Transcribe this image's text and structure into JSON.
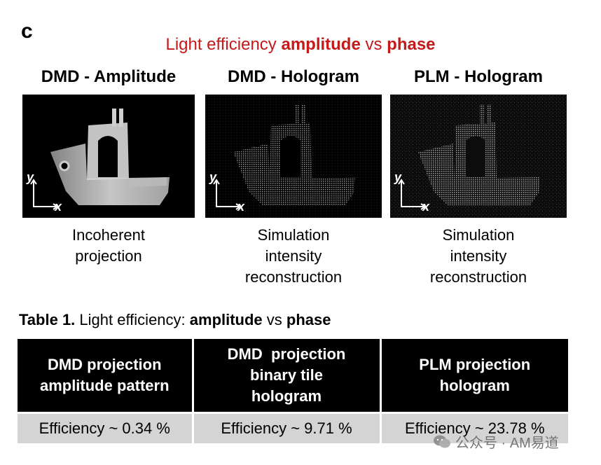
{
  "panel_letter": "c",
  "figure_title": {
    "prefix": "Light efficiency ",
    "bold1": "amplitude",
    "middle": " vs ",
    "bold2": "phase"
  },
  "columns": [
    {
      "title": "DMD - Amplitude",
      "caption_lines": [
        "Incoherent",
        "projection"
      ],
      "axis_y": "y",
      "axis_x": "x"
    },
    {
      "title": "DMD - Hologram",
      "caption_lines": [
        "Simulation",
        "intensity",
        "reconstruction"
      ],
      "axis_y": "y",
      "axis_x": "x"
    },
    {
      "title": "PLM - Hologram",
      "caption_lines": [
        "Simulation",
        "intensity",
        "reconstruction"
      ],
      "axis_y": "y",
      "axis_x": "x"
    }
  ],
  "table": {
    "title_prefix": "Table 1.",
    "title_text": " Light efficiency: ",
    "title_bold1": "amplitude",
    "title_mid": " vs ",
    "title_bold2": "phase",
    "headers": [
      [
        "DMD projection",
        "amplitude pattern"
      ],
      [
        "DMD  projection",
        "binary tile",
        "hologram"
      ],
      [
        "PLM projection",
        "hologram"
      ]
    ],
    "values": [
      "Efficiency ~ 0.34 %",
      "Efficiency ~ 9.71 %",
      "Efficiency ~ 23.78 %"
    ]
  },
  "watermark": "公众号 · AM易道"
}
